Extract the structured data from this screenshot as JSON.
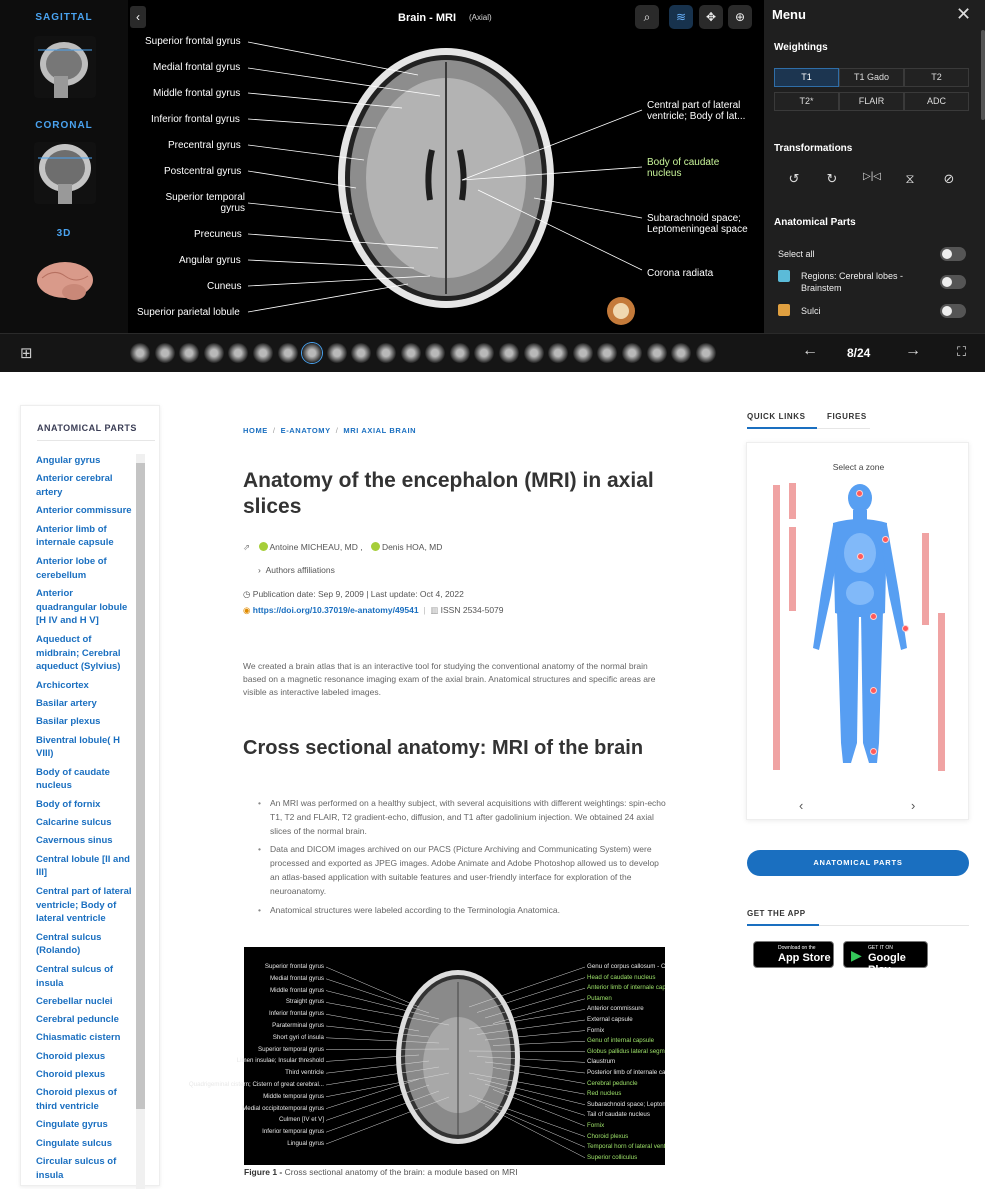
{
  "viewer": {
    "views": [
      {
        "label": "SAGITTAL"
      },
      {
        "label": "CORONAL"
      },
      {
        "label": "3D"
      }
    ],
    "title": "Brain - MRI",
    "subtitle": "(Axial)",
    "tools": {
      "search": "search-icon",
      "layers": "layers-icon",
      "move": "move-icon",
      "zoom": "zoom-in-icon"
    },
    "labels_left": [
      "Superior frontal gyrus",
      "Medial frontal gyrus",
      "Middle frontal gyrus",
      "Inferior frontal gyrus",
      "Precentral gyrus",
      "Postcentral gyrus",
      "Superior temporal gyrus",
      "Precuneus",
      "Angular gyrus",
      "Cuneus",
      "Superior parietal lobule"
    ],
    "labels_right": [
      "Central part of lateral ventricle; Body of lat...",
      "Body of caudate nucleus",
      "Subarachnoid space; Leptomeningeal space",
      "Corona radiata"
    ],
    "pager": {
      "current": "8/24"
    }
  },
  "menu": {
    "title": "Menu",
    "weightings_title": "Weightings",
    "weightings": [
      "T1",
      "T1 Gado",
      "T2",
      "T2*",
      "FLAIR",
      "ADC"
    ],
    "active_weighting": "T1",
    "transformations_title": "Transformations",
    "transformations": [
      "rotate-left-icon",
      "rotate-right-icon",
      "flip-horizontal-icon",
      "flip-vertical-icon",
      "reset-icon"
    ],
    "parts_title": "Anatomical Parts",
    "select_all": "Select all",
    "parts": [
      {
        "label": "Regions: Cerebral lobes - Brainstem"
      },
      {
        "label": "Sulci"
      }
    ]
  },
  "sidebar": {
    "title": "ANATOMICAL PARTS",
    "items": [
      "Angular gyrus",
      "Anterior cerebral artery",
      "Anterior commissure",
      "Anterior limb of internale capsule",
      "Anterior lobe of cerebellum",
      "Anterior quadrangular lobule [H IV and H V]",
      "Aqueduct of midbrain; Cerebral aqueduct (Sylvius)",
      "Archicortex",
      "Basilar artery",
      "Basilar plexus",
      "Biventral lobule( H VIII)",
      "Body of caudate nucleus",
      "Body of fornix",
      "Calcarine sulcus",
      "Cavernous sinus",
      "Central lobule [II and III]",
      "Central part of lateral ventricle; Body of lateral ventricle",
      "Central sulcus (Rolando)",
      "Central sulcus of insula",
      "Cerebellar nuclei",
      "Cerebral peduncle",
      "Chiasmatic cistern",
      "Choroid plexus",
      "Choroid plexus",
      "Choroid plexus of third ventricle",
      "Cingulate gyrus",
      "Cingulate sulcus",
      "Circular sulcus of insula"
    ]
  },
  "article": {
    "breadcrumb": [
      "HOME",
      "E-ANATOMY",
      "MRI AXIAL BRAIN"
    ],
    "title": "Anatomy of the encephalon (MRI) in axial slices",
    "author1": "Antoine MICHEAU, MD ,",
    "author2": "Denis HOA, MD",
    "affiliations": "Authors affiliations",
    "dates": "Publication date: Sep 9, 2009 | Last update: Oct 4, 2022",
    "doi": "https://doi.org/10.37019/e-anatomy/49541",
    "issn": "ISSN 2534-5079",
    "intro": "We created a brain atlas that is an interactive tool for studying the conventional anatomy of the normal brain based on a magnetic resonance imaging exam of the axial brain. Anatomical structures and specific areas are visible as interactive labeled images.",
    "section_title": "Cross sectional anatomy: MRI of the brain",
    "bullets": [
      "An MRI was performed on a healthy subject, with several acquisitions with different weightings: spin-echo T1, T2 and FLAIR, T2 gradient-echo, diffusion, and T1 after gadolinium injection. We obtained 24 axial slices of the normal brain.",
      "Data and DICOM images archived on our PACS (Picture Archiving and Communicating System) were processed and exported as JPEG images. Adobe Animate and Adobe Photoshop allowed us to develop an atlas-based application with suitable features and user-friendly interface for exploration of the neuroanatomy.",
      "Anatomical structures were labeled according to the Terminologia Anatomica."
    ],
    "figure_labels_left": [
      "Superior frontal gyrus",
      "Medial frontal gyrus",
      "Middle frontal gyrus",
      "Straight gyrus",
      "Inferior frontal gyrus",
      "Paraterminal gyrus",
      "Short gyri of insula",
      "Superior temporal gyrus",
      "Limen insulae; Insular threshold",
      "Third ventricle",
      "Quadrigeminal cistern; Cistern of great cerebral...",
      "Middle temporal gyrus",
      "Medial occipitotemporal gyrus",
      "Culmen [IV et V]",
      "Inferior temporal gyrus",
      "Lingual gyrus"
    ],
    "figure_labels_right": [
      "Genu of corpus callosum - Corpus callosum",
      "Head of caudate nucleus",
      "Anterior limb of internale capsule",
      "Putamen",
      "Anterior commissure",
      "External capsule",
      "Fornix",
      "Genu of internal capsule",
      "Globus pallidus lateral segment; Globus pallidu...",
      "Claustrum",
      "Posterior limb of internale capsule",
      "Cerebral peduncle",
      "Red nucleus",
      "Subarachnoid space; Leptomeningeal space",
      "Tail of caudate nucleus",
      "Fornix",
      "Choroid plexus",
      "Temporal horn of lateral ventricle; Inferior horn of...",
      "Superior colliculus"
    ],
    "caption_label": "Figure 1 -",
    "caption_text": "Cross sectional anatomy of the brain: a module based on MRI"
  },
  "right": {
    "tab_quick": "QUICK LINKS",
    "tab_figures": "FIGURES",
    "select_zone": "Select a zone",
    "anat_button": "ANATOMICAL PARTS",
    "get_app": "GET THE APP",
    "appstore_small": "Download on the",
    "appstore_big": "App Store",
    "gplay_small": "GET IT ON",
    "gplay_big": "Google Play"
  }
}
